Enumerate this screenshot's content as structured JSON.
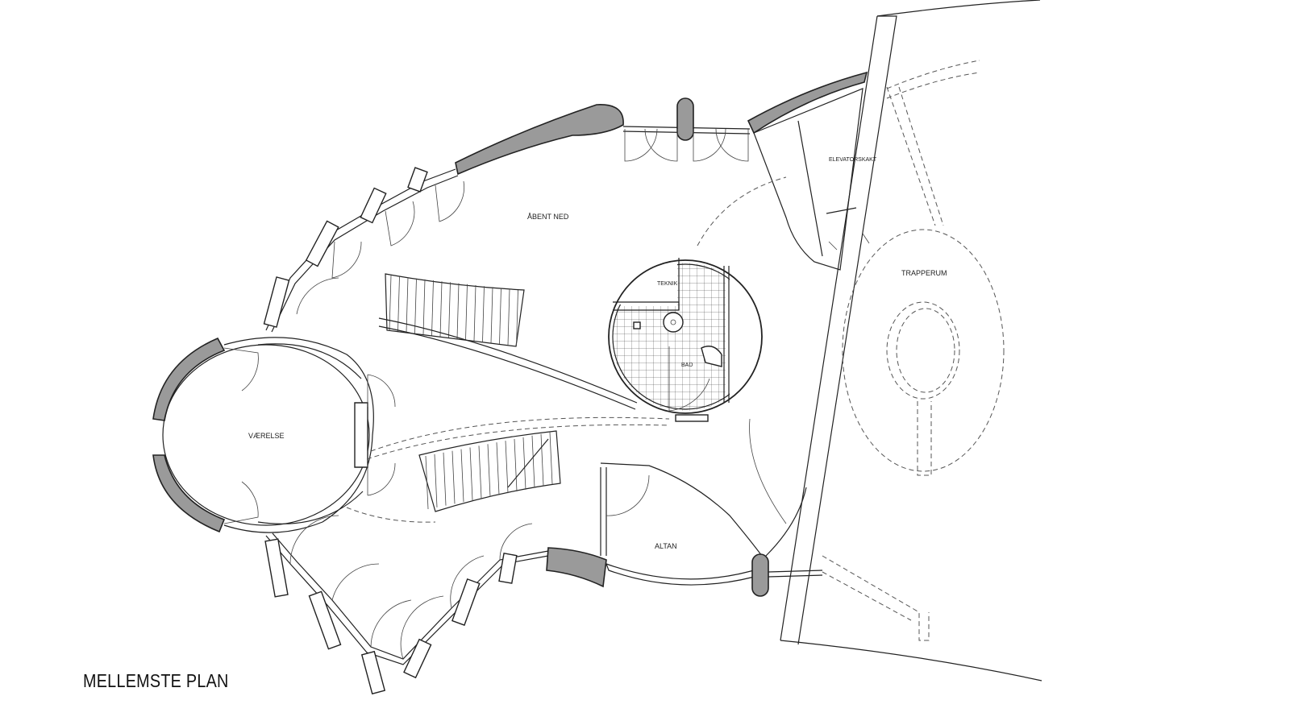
{
  "title": "MELLEMSTE PLAN",
  "rooms": {
    "aabent_ned": "ÅBENT NED",
    "vaerelse": "VÆRELSE",
    "teknik": "TEKNIK",
    "bad": "BAD",
    "altan": "ALTAN",
    "elevatorskakt": "ELEVATORSKAKT",
    "trapperum": "TRAPPERUM"
  },
  "colors": {
    "line": "#222222",
    "wall_fill": "#9a9a9a",
    "background": "#ffffff"
  }
}
